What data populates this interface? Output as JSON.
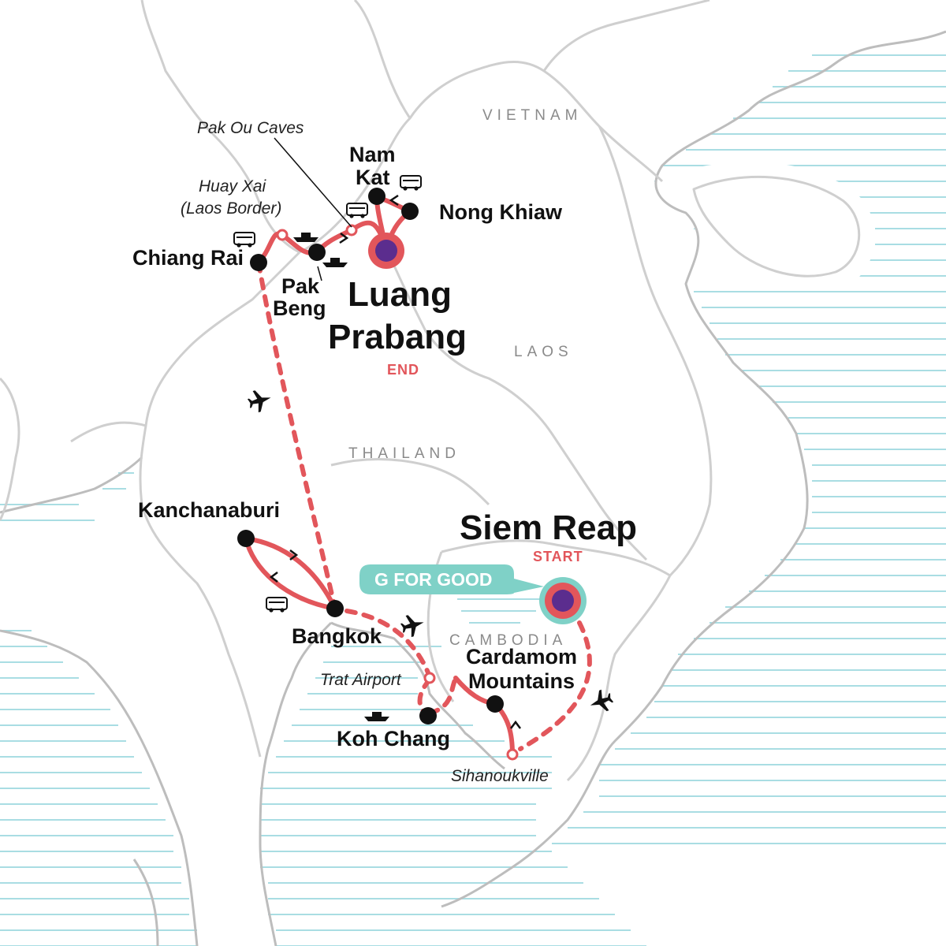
{
  "countries": {
    "vietnam": "VIETNAM",
    "laos": "LAOS",
    "thailand": "THAILAND",
    "cambodia": "CAMBODIA"
  },
  "places": {
    "pak_ou_caves": "Pak Ou Caves",
    "nam_kat_line1": "Nam",
    "nam_kat_line2": "Kat",
    "nong_khiaw": "Nong Khiaw",
    "huay_xai_line1": "Huay Xai",
    "huay_xai_line2": "(Laos Border)",
    "chiang_rai": "Chiang Rai",
    "pak_beng_line1": "Pak",
    "pak_beng_line2": "Beng",
    "luang_prabang_line1": "Luang",
    "luang_prabang_line2": "Prabang",
    "kanchanaburi": "Kanchanaburi",
    "bangkok": "Bangkok",
    "siem_reap": "Siem Reap",
    "trat_airport": "Trat Airport",
    "cardamom_line1": "Cardamom",
    "cardamom_line2": "Mountains",
    "koh_chang": "Koh Chang",
    "sihanoukville": "Sihanoukville"
  },
  "tags": {
    "end": "END",
    "start": "START",
    "g_for_good": "G FOR GOOD"
  },
  "icons": {
    "bus": "bus-icon",
    "boat": "boat-icon",
    "plane": "plane-icon",
    "walking": "chevron-icon"
  },
  "colors": {
    "route": "#e2565b",
    "end_start_marker_fill": "#5b2d8e",
    "g_for_good_badge": "#7fd1c7",
    "water": "#a9dde3",
    "borders": "#cfcfcf"
  }
}
